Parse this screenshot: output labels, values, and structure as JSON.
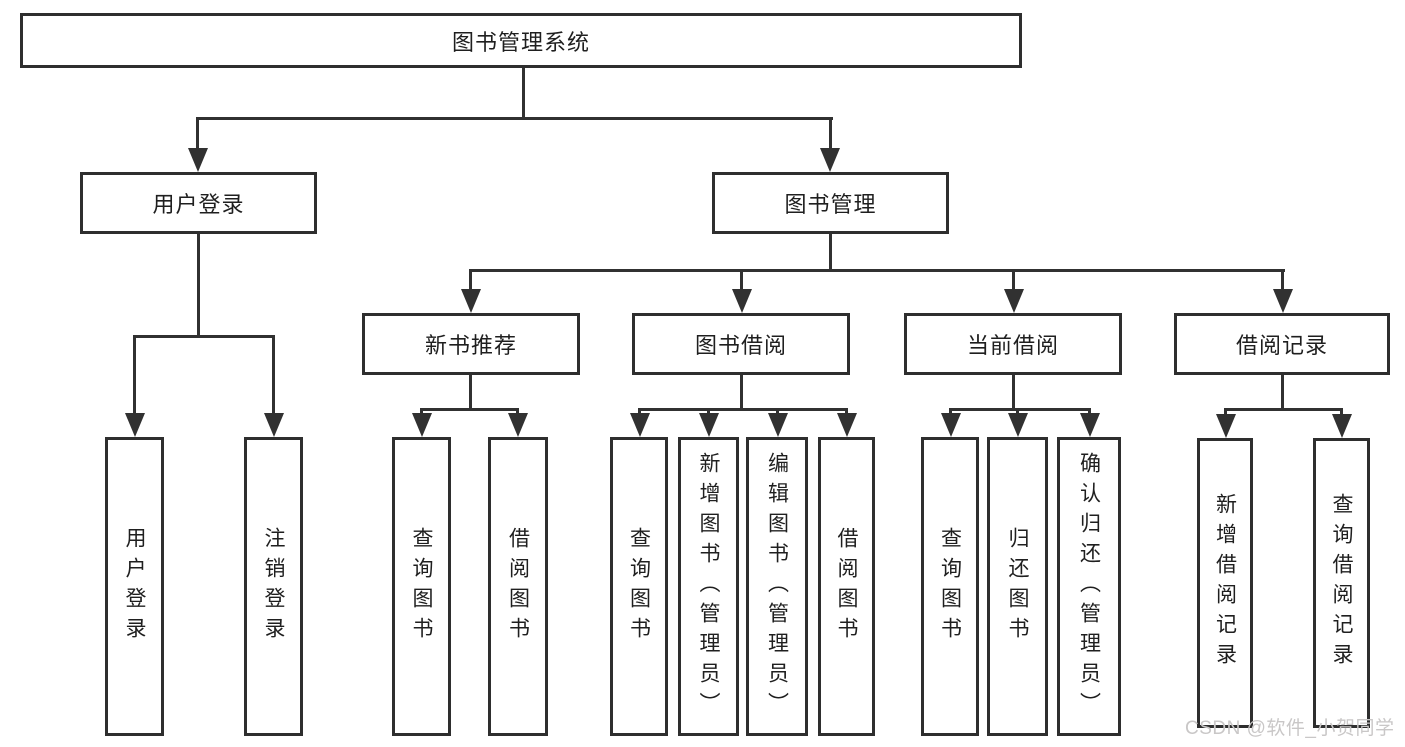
{
  "diagram_title": "图书管理系统",
  "tree": {
    "root": {
      "label": "图书管理系统"
    },
    "branches": [
      {
        "label": "用户登录",
        "children": [
          "用户登录",
          "注销登录"
        ]
      },
      {
        "label": "图书管理",
        "children": [
          {
            "label": "新书推荐",
            "children": [
              "查询图书",
              "借阅图书"
            ]
          },
          {
            "label": "图书借阅",
            "children": [
              "查询图书",
              "新增图书（管理员）",
              "编辑图书（管理员）",
              "借阅图书"
            ]
          },
          {
            "label": "当前借阅",
            "children": [
              "查询图书",
              "归还图书",
              "确认归还（管理员）"
            ]
          },
          {
            "label": "借阅记录",
            "children": [
              "新增借阅记录",
              "查询借阅记录"
            ]
          }
        ]
      }
    ]
  },
  "watermark": "CSDN @软件_小贺同学",
  "colors": {
    "background": "#ffffff",
    "box_border": "#2e2e2e",
    "connector_line": "#313131",
    "text": "#1f1f1f",
    "watermark_text": "#c9c7c7"
  }
}
